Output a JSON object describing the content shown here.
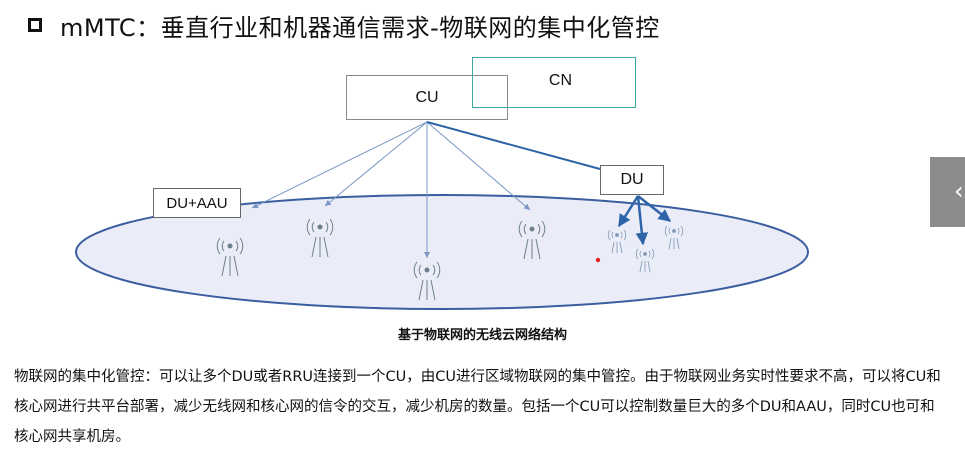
{
  "slide": {
    "title": "mMTC：垂直行业和机器通信需求-物联网的集中化管控",
    "boxes": {
      "cu": "CU",
      "cn": "CN",
      "du": "DU",
      "du_aau": "DU+AAU"
    },
    "caption": "基于物联网的无线云网络结构",
    "paragraph": "物联网的集中化管控：可以让多个DU或者RRU连接到一个CU，由CU进行区域物联网的集中管控。由于物联网业务实时性要求不高，可以将CU和核心网进行共平台部署，减少无线网和核心网的信令的交互，减少机房的数量。包括一个CU可以控制数量巨大的多个DU和AAU，同时CU也可和核心网共享机房。",
    "antenna_symbol": "((•))"
  },
  "viewer": {
    "side_tab_icon": "‹"
  },
  "colors": {
    "thin_line": "#7a98c4",
    "thick_line": "#2f63a8",
    "ellipse_stroke": "#3a5ea0",
    "ellipse_fill": "#eaedf7",
    "cn_border": "#3ea6a0"
  }
}
